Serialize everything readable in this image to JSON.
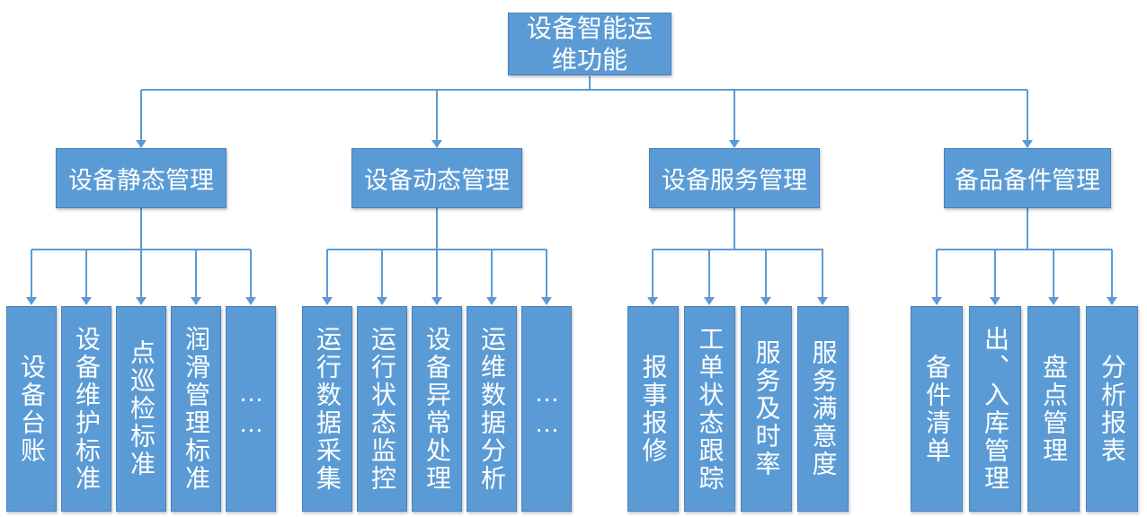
{
  "diagram": {
    "title": "设备智能运维功能",
    "colors": {
      "node_fill": "#5B9BD5",
      "node_border": "#4A80BD",
      "connector": "#5B9BD5",
      "text": "#FFFFFF"
    },
    "tree": {
      "root": {
        "label": "设备智能运维功能"
      },
      "branches": [
        {
          "label": "设备静态管理",
          "children": [
            "设备台账",
            "设备维护标准",
            "点巡检标准",
            "润滑管理标准",
            "……"
          ]
        },
        {
          "label": "设备动态管理",
          "children": [
            "运行数据采集",
            "运行状态监控",
            "设备异常处理",
            "运维数据分析",
            "……"
          ]
        },
        {
          "label": "设备服务管理",
          "children": [
            "报事报修",
            "工单状态跟踪",
            "服务及时率",
            "服务满意度"
          ]
        },
        {
          "label": "备品备件管理",
          "children": [
            "备件清单",
            "出、入库管理",
            "盘点管理",
            "分析报表"
          ]
        }
      ]
    }
  }
}
